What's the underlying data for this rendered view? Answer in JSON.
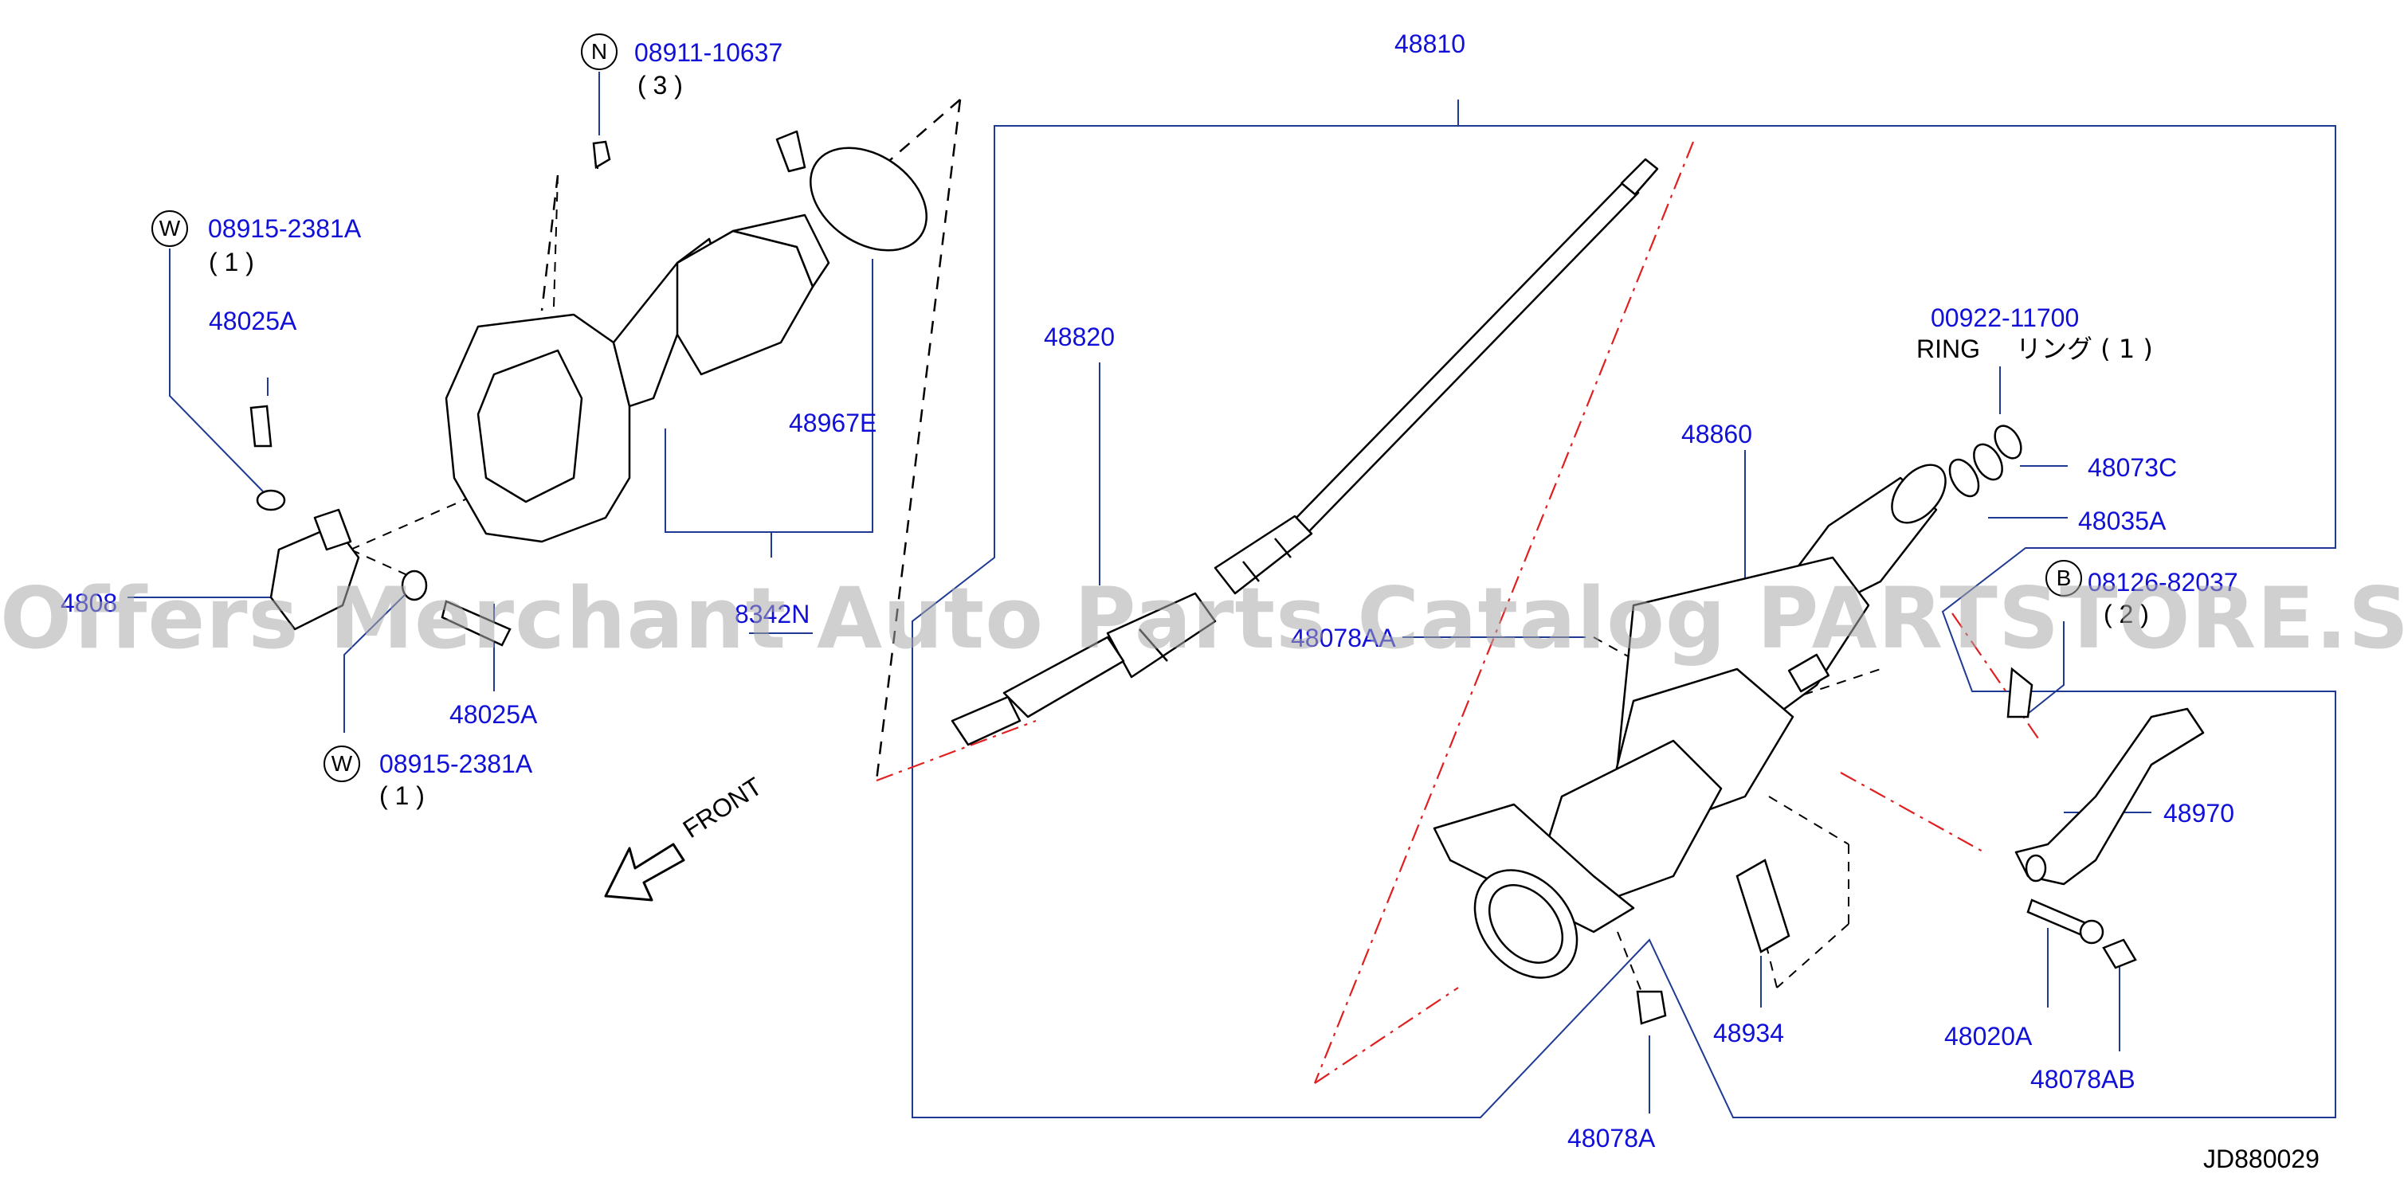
{
  "diagram": {
    "parts": {
      "p48810": "48810",
      "p48820": "48820",
      "p48860": "48860",
      "p48967E": "48967E",
      "p48025A_top": "48025A",
      "p48025A_bottom": "48025A",
      "p48080": "4808",
      "p48342N": "8342N",
      "p48078AA": "48078AA",
      "p48073C": "48073C",
      "p48035A": "48035A",
      "p00922": "00922-11700",
      "p48970": "48970",
      "p48934": "48934",
      "p48020A": "48020A",
      "p48078AB": "48078AB",
      "p48078A": "48078A",
      "pB_bolt": "08126-82037"
    },
    "callouts": {
      "n_symbol": "N",
      "n_part": "08911-10637",
      "n_qty": "( 3 )",
      "w_symbol": "W",
      "w1_part": "08915-2381A",
      "w1_qty": "( 1 )",
      "w2_symbol": "W",
      "w2_part": "08915-2381A",
      "w2_qty": "( 1 )",
      "b_symbol": "B",
      "b_qty": "( 2 )",
      "ring_en": "RING",
      "ring_jp": "リング ( 1 )"
    },
    "front_label": "FRONT",
    "diagram_code": "JD880029",
    "watermark": "Offers Merchant Auto Parts Catalog PARTSTORE.SA",
    "colors": {
      "label": "#1010d8",
      "leader": "#1f3a93",
      "dash": "#e02020",
      "line": "#000000"
    }
  }
}
